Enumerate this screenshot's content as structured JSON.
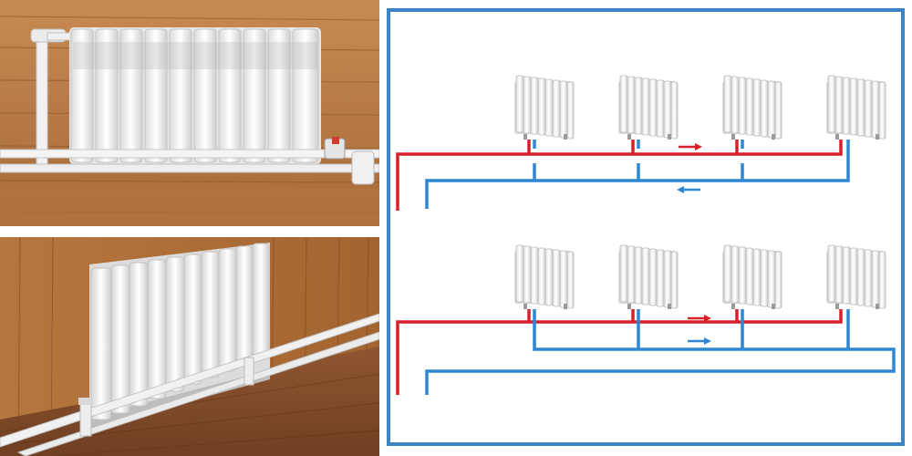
{
  "colors": {
    "frame": "#3a85c8",
    "supply_pipe": "#d9202a",
    "return_pipe": "#2f86d2",
    "wall_wood": "#b87a45",
    "floor_wood": "#9a5f33",
    "radiator": "#f4f4f4"
  },
  "photos": [
    {
      "name": "horizontal-pipe-radiator-photo",
      "icon": "radiator-photo"
    },
    {
      "name": "floor-level-pipe-radiator-photo",
      "icon": "radiator-photo"
    }
  ],
  "diagrams": [
    {
      "name": "dead-end-two-pipe-scheme",
      "radiators": 4,
      "supply_arrow": "right",
      "return_arrow": "left"
    },
    {
      "name": "tichelman-two-pipe-scheme",
      "radiators": 4,
      "supply_arrow": "right",
      "return_arrow": "right"
    }
  ]
}
